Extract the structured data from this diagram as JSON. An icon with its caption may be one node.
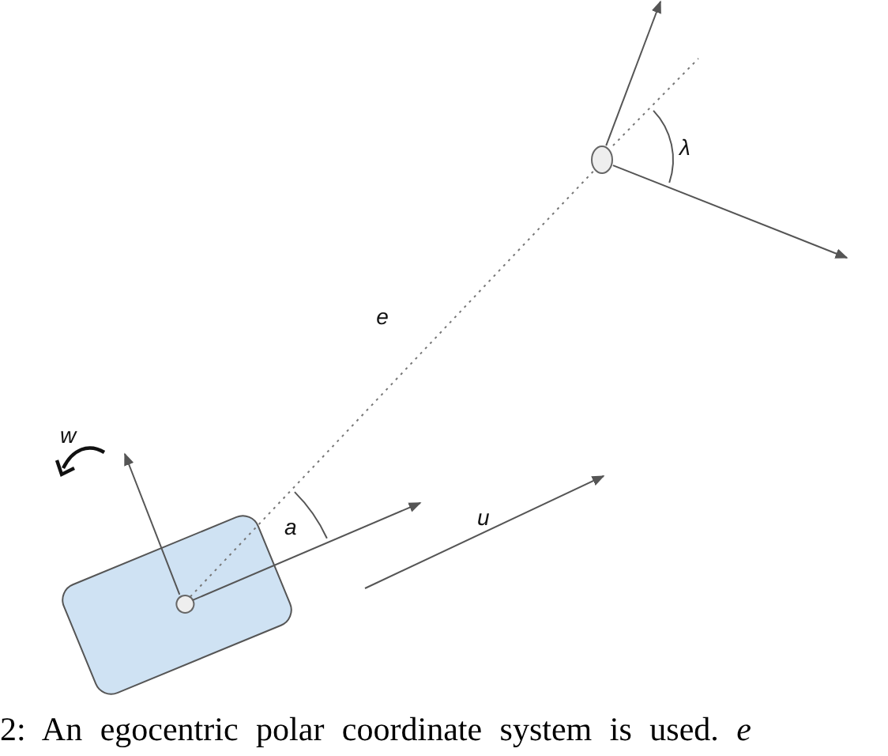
{
  "diagram": {
    "caption": "2: An egocentric polar coordinate system is used. *e*",
    "nodes": [
      {
        "text": [],
        "shape": "box"
      },
      {
        "text": [],
        "shape": "circle",
        "in": 0
      },
      {
        "text": [],
        "shape": "circle"
      }
    ],
    "edges": [
      {
        "from": 1,
        "to": 2,
        "arrow": "none",
        "style": "dashed",
        "label": "e"
      },
      {
        "from": 1,
        "to": null,
        "arrow": "to"
      },
      {
        "from": 1,
        "to": null,
        "arrow": "to"
      },
      {
        "from": 2,
        "to": null,
        "arrow": "to"
      },
      {
        "from": 2,
        "to": null,
        "arrow": "to"
      }
    ],
    "labels": [
      "a",
      "λ",
      "w",
      "u"
    ]
  }
}
